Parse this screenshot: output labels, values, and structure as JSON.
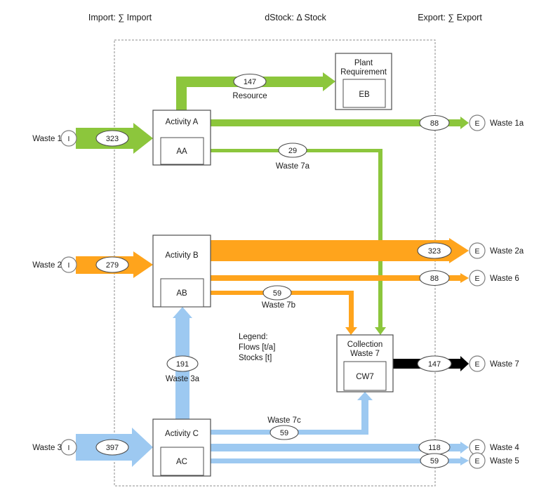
{
  "header": {
    "import_label": "Import: ∑ Import",
    "dstock_label": "dStock: Δ Stock",
    "export_label": "Export: ∑ Export"
  },
  "legend": {
    "title": "Legend:",
    "line1": "Flows [t/a]",
    "line2": "Stocks [t]"
  },
  "colors": {
    "green": "#8CC63C",
    "orange": "#FFA41C",
    "blue": "#9DC9F1",
    "black": "#000000",
    "box_border": "#4d4d4d",
    "boundary_dash": "#8c8c8c"
  },
  "nodes": {
    "activity_a": {
      "title": "Activity A",
      "code": "AA"
    },
    "activity_b": {
      "title": "Activity B",
      "code": "AB"
    },
    "activity_c": {
      "title": "Activity C",
      "code": "AC"
    },
    "plant_requirement": {
      "title_line1": "Plant",
      "title_line2": "Requirement",
      "code": "EB"
    },
    "collection_waste7": {
      "title_line1": "Collection",
      "title_line2": "Waste 7",
      "code": "CW7"
    }
  },
  "imports": [
    {
      "name": "Waste 1",
      "value": "323",
      "marker": "I",
      "color": "green",
      "target": "Activity A"
    },
    {
      "name": "Waste 2",
      "value": "279",
      "marker": "I",
      "color": "orange",
      "target": "Activity B"
    },
    {
      "name": "Waste 3",
      "value": "397",
      "marker": "I",
      "color": "blue",
      "target": "Activity C"
    }
  ],
  "exports": [
    {
      "name": "Waste 1a",
      "value": "88",
      "marker": "E",
      "color": "green",
      "source": "Activity A"
    },
    {
      "name": "Waste 2a",
      "value": "323",
      "marker": "E",
      "color": "orange",
      "source": "Activity B"
    },
    {
      "name": "Waste 6",
      "value": "88",
      "marker": "E",
      "color": "orange",
      "source": "Activity B"
    },
    {
      "name": "Waste 7",
      "value": "147",
      "marker": "E",
      "color": "black",
      "source": "Collection Waste 7"
    },
    {
      "name": "Waste 4",
      "value": "118",
      "marker": "E",
      "color": "blue",
      "source": "Activity C"
    },
    {
      "name": "Waste 5",
      "value": "59",
      "marker": "E",
      "color": "blue",
      "source": "Activity C"
    }
  ],
  "internal_flows": [
    {
      "name": "Resource",
      "value": "147",
      "color": "green",
      "source": "Activity A",
      "target": "Plant Requirement"
    },
    {
      "name": "Waste 7a",
      "value": "29",
      "color": "green",
      "source": "Activity A",
      "target": "Collection Waste 7"
    },
    {
      "name": "Waste 7b",
      "value": "59",
      "color": "orange",
      "source": "Activity B",
      "target": "Collection Waste 7"
    },
    {
      "name": "Waste 3a",
      "value": "191",
      "color": "blue",
      "source": "Activity C",
      "target": "Activity B"
    },
    {
      "name": "Waste 7c",
      "value": "59",
      "color": "blue",
      "source": "Activity C",
      "target": "Collection Waste 7"
    }
  ]
}
